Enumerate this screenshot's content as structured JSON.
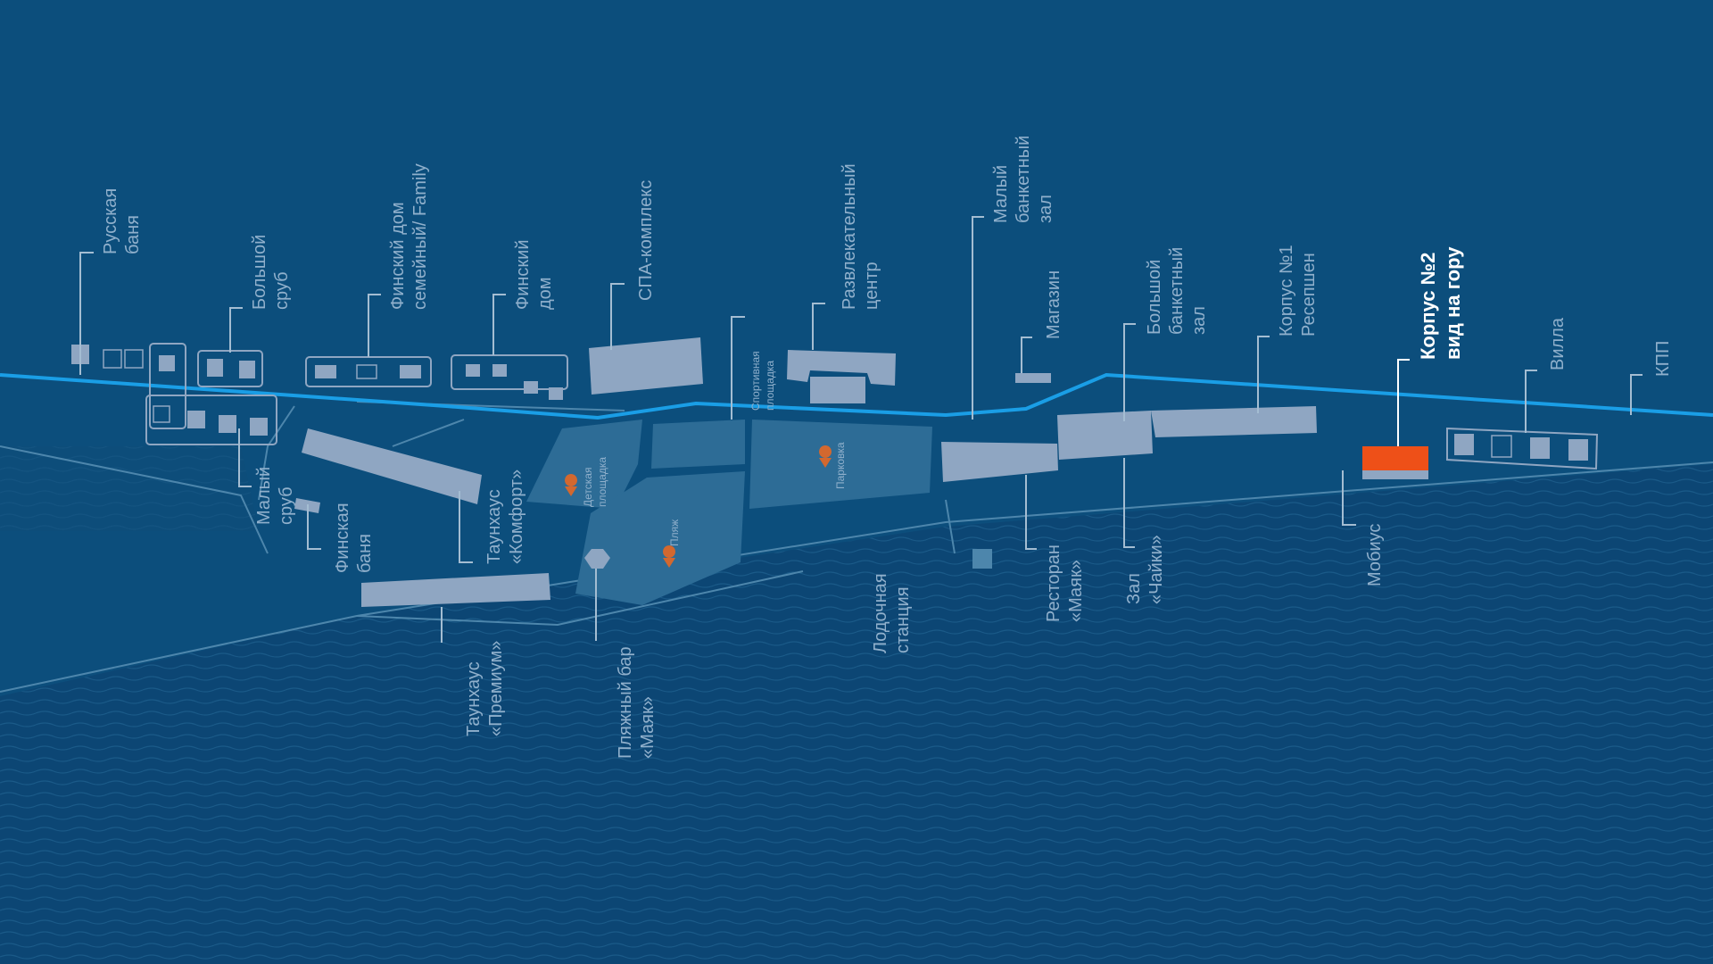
{
  "colors": {
    "background": "#0c4e7c",
    "water": "#0c4674",
    "land_zone": "#2d6c96",
    "road": "#1a9ee6",
    "building": "#8fa6c2",
    "highlight": "#ee5018",
    "label": "#90b0cc",
    "label_highlight": "#ffffff"
  },
  "labels": {
    "russkaya_banya": [
      "Русская",
      "баня"
    ],
    "bolshoy_srub": [
      "Большой",
      "сруб"
    ],
    "finsky_dom_family": [
      "Финский дом",
      "семейный/ Family"
    ],
    "finsky_dom": [
      "Финский",
      "дом"
    ],
    "spa": [
      "СПА-комплекс"
    ],
    "sport": [
      "Спортивная",
      "площадка"
    ],
    "razvlekatelny": [
      "Развлекательный",
      "центр"
    ],
    "maly_banketny": [
      "Малый",
      "банкетный",
      "зал"
    ],
    "magazin": [
      "Магазин"
    ],
    "bolshoy_banketny": [
      "Большой",
      "банкетный",
      "зал"
    ],
    "korpus1": [
      "Корпус №1",
      "Ресепшен"
    ],
    "korpus2": [
      "Корпус №2",
      "вид на гору"
    ],
    "villa": [
      "Вилла"
    ],
    "kpp": [
      "КПП"
    ],
    "maly_srub": [
      "Малый",
      "сруб"
    ],
    "finskaya_banya": [
      "Финская",
      "баня"
    ],
    "townhouse_komfort": [
      "Таунхаус",
      "«Комфорт»"
    ],
    "detskaya": [
      "Детская",
      "площадка"
    ],
    "plyazh": [
      "Пляж"
    ],
    "parkovka": [
      "Парковка"
    ],
    "townhouse_premium": [
      "Таунхаус",
      "«Премиум»"
    ],
    "plyazhny_bar": [
      "Пляжный бар",
      "«Маяк»"
    ],
    "lodochnaya": [
      "Лодочная",
      "станция"
    ],
    "restoran_mayak": [
      "Ресторан",
      "«Маяк»"
    ],
    "zal_chayki": [
      "Зал",
      "«Чайки»"
    ],
    "mobius": [
      "Мобиус"
    ]
  },
  "icons": {
    "location_pin": "location-pin-icon",
    "beach_bar": "hexagon-bar-icon"
  }
}
